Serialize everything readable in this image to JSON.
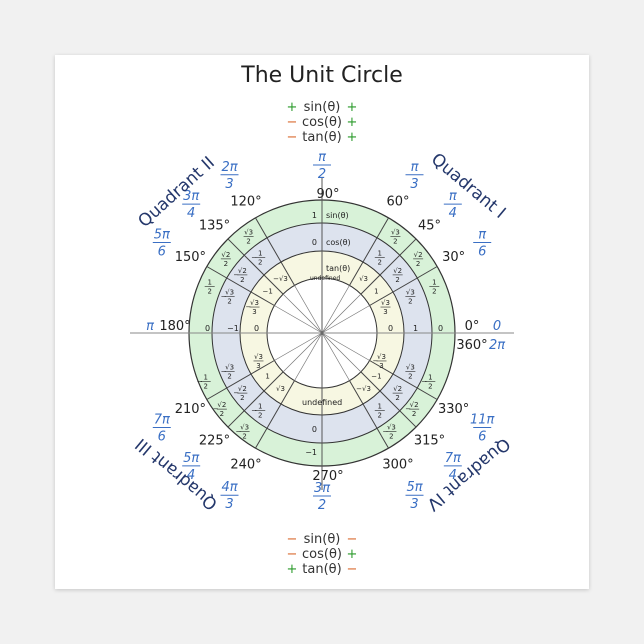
{
  "title": "The Unit Circle",
  "theta": "θ",
  "signs_top": [
    {
      "pre": "+",
      "name": "sin(θ)",
      "post": "+"
    },
    {
      "pre": "−",
      "name": "cos(θ)",
      "post": "+"
    },
    {
      "pre": "−",
      "name": "tan(θ)",
      "post": "+"
    }
  ],
  "signs_bottom": [
    {
      "pre": "−",
      "name": "sin(θ)",
      "post": "−"
    },
    {
      "pre": "−",
      "name": "cos(θ)",
      "post": "+"
    },
    {
      "pre": "+",
      "name": "tan(θ)",
      "post": "−"
    }
  ],
  "quadrants": [
    "Quadrant I",
    "Quadrant II",
    "Quadrant III",
    "Quadrant IV"
  ],
  "ring_labels": {
    "sin": "sin(θ)",
    "cos": "cos(θ)",
    "tan": "tan(θ)",
    "undefined": "undefined"
  },
  "angles": [
    {
      "deg": 0,
      "label": "0°",
      "rad": "0"
    },
    {
      "deg": 30,
      "label": "30°",
      "rad": "π/6"
    },
    {
      "deg": 45,
      "label": "45°",
      "rad": "π/4"
    },
    {
      "deg": 60,
      "label": "60°",
      "rad": "π/3"
    },
    {
      "deg": 90,
      "label": "90°",
      "rad": "π/2"
    },
    {
      "deg": 120,
      "label": "120°",
      "rad": "2π/3"
    },
    {
      "deg": 135,
      "label": "135°",
      "rad": "3π/4"
    },
    {
      "deg": 150,
      "label": "150°",
      "rad": "5π/6"
    },
    {
      "deg": 180,
      "label": "180°",
      "rad": "π"
    },
    {
      "deg": 210,
      "label": "210°",
      "rad": "7π/6"
    },
    {
      "deg": 225,
      "label": "225°",
      "rad": "5π/4"
    },
    {
      "deg": 240,
      "label": "240°",
      "rad": "4π/3"
    },
    {
      "deg": 270,
      "label": "270°",
      "rad": "3π/2"
    },
    {
      "deg": 300,
      "label": "300°",
      "rad": "5π/3"
    },
    {
      "deg": 315,
      "label": "315°",
      "rad": "7π/4"
    },
    {
      "deg": 330,
      "label": "330°",
      "rad": "11π/6"
    },
    {
      "deg": 360,
      "label": "360°",
      "rad": "2π"
    }
  ],
  "colors": {
    "sin_ring": "#d8f2d8",
    "cos_ring": "#dde3ee",
    "tan_ring": "#f7f7e2",
    "positive": "#2a9a2a",
    "negative": "#d9662a",
    "radian": "#3a6fc4",
    "quadrant": "#24376b"
  }
}
